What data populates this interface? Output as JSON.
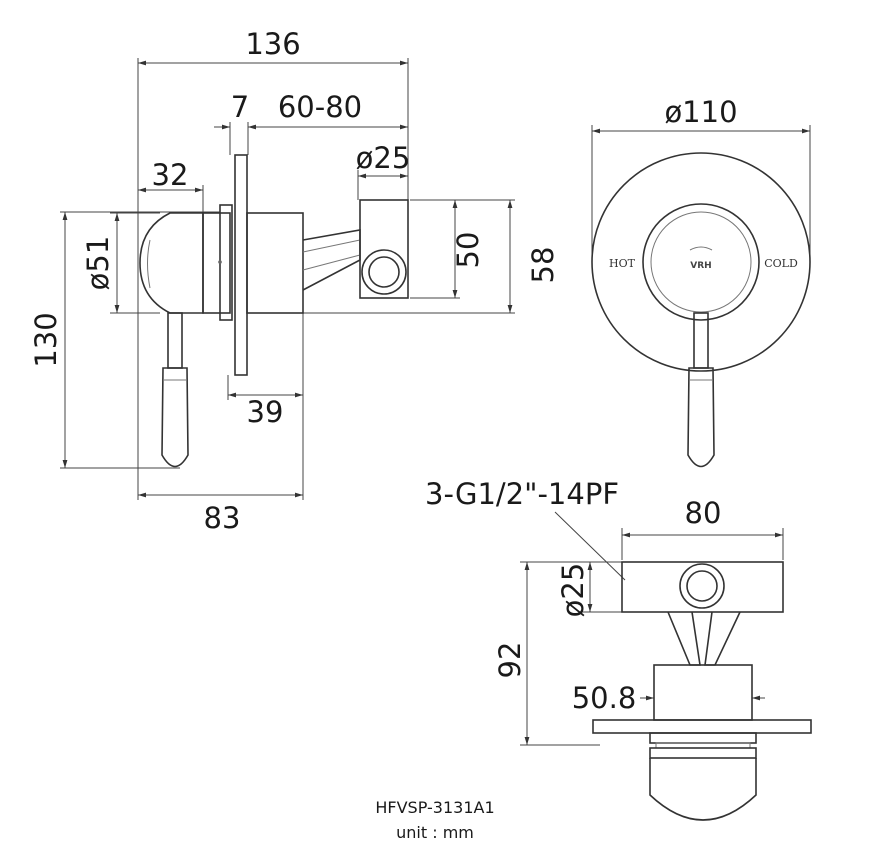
{
  "side_view": {
    "dim_overall_width": "136",
    "dim_plate": "7",
    "dim_depth_range": "60-80",
    "dim_outlet_dia": "ø25",
    "dim_handle_depth": "32",
    "dim_body_dia": "ø51",
    "dim_outlet_height": "50",
    "dim_body_height": "58",
    "dim_total_height": "130",
    "dim_body_length": "39",
    "dim_lever_depth": "83"
  },
  "front_view": {
    "dim_plate_dia": "ø110",
    "label_hot": "HOT",
    "label_cold": "COLD",
    "brand_mark": "VRH"
  },
  "top_view": {
    "thread_spec": "3-G1/2\"-14PF",
    "dim_width": "80",
    "dim_port_dia": "ø25",
    "dim_height": "92",
    "dim_body_width": "50.8"
  },
  "footer": {
    "model": "HFVSP-3131A1",
    "unit": "unit : mm"
  }
}
